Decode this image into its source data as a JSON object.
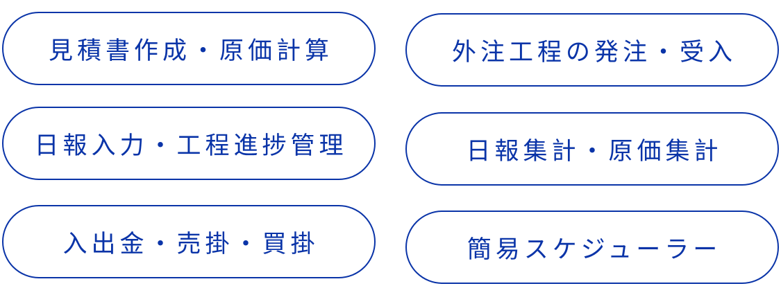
{
  "buttons": [
    {
      "label": "見積書作成・原価計算"
    },
    {
      "label": "外注工程の発注・受入"
    },
    {
      "label": "日報入力・工程進捗管理"
    },
    {
      "label": "日報集計・原価集計"
    },
    {
      "label": "入出金・売掛・買掛"
    },
    {
      "label": "簡易スケジューラー"
    }
  ],
  "colors": {
    "accent": "#0a34a8"
  }
}
